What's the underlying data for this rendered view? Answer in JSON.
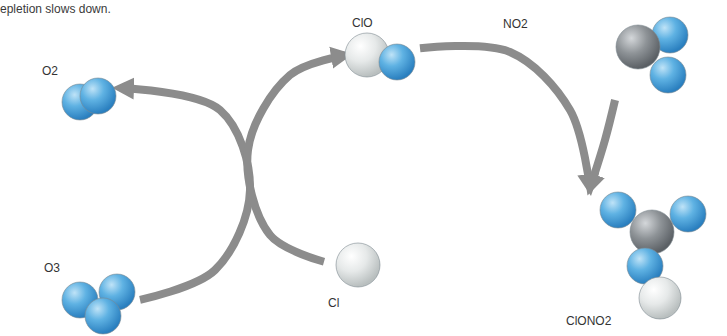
{
  "diagram": {
    "nodes": [
      {
        "text": [
          "O2"
        ]
      },
      {
        "text": [
          "ClO"
        ]
      },
      {
        "text": [
          "NO2"
        ]
      },
      {
        "text": [
          "O3"
        ]
      },
      {
        "text": [
          "Cl"
        ]
      },
      {
        "text": [
          "ClONO2"
        ]
      }
    ],
    "edges": [
      {
        "from": 3,
        "to": 0,
        "arrow": "to"
      },
      {
        "from": 4,
        "to": 1,
        "arrow": "to"
      },
      {
        "from": 1,
        "to": 5,
        "arrow": "to"
      },
      {
        "from": 2,
        "to": 5,
        "arrow": "to"
      }
    ],
    "labels": [
      "epletion slows down."
    ]
  }
}
